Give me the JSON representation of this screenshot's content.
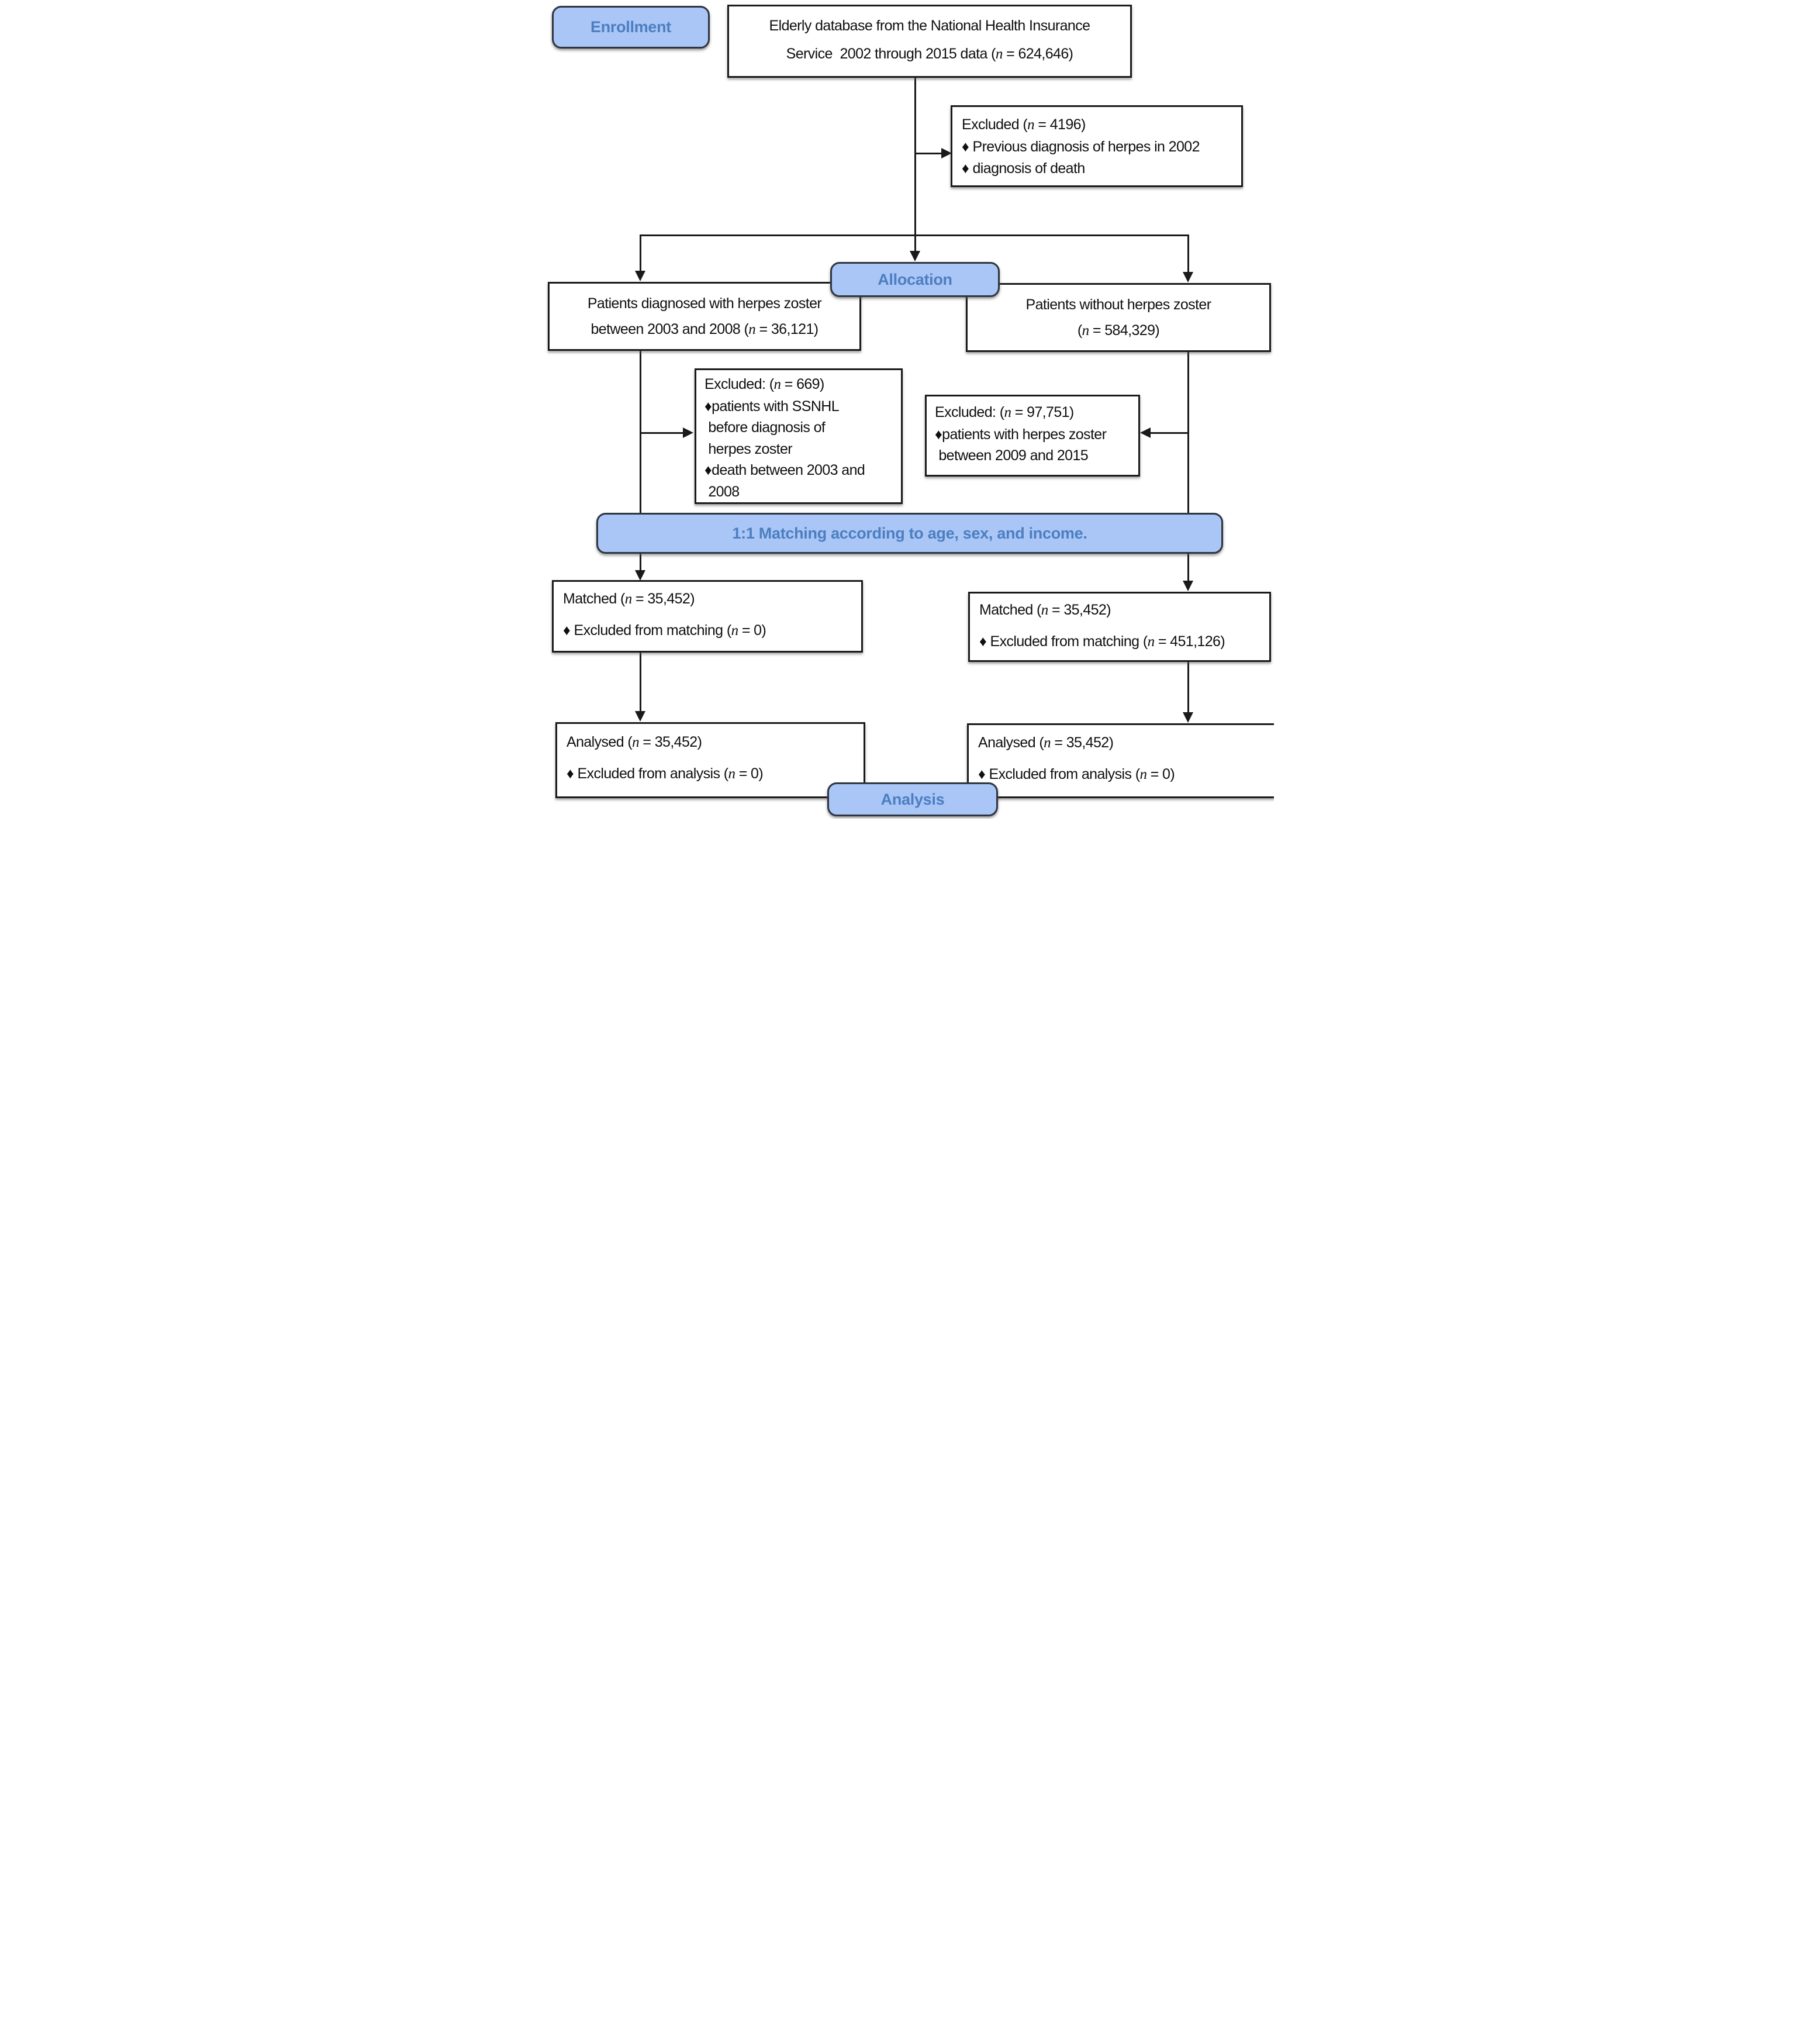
{
  "stages": {
    "enrollment": "Enrollment",
    "allocation": "Allocation",
    "matching": "1:1 Matching according to age, sex, and income.",
    "analysis": "Analysis"
  },
  "boxes": {
    "source": "Elderly database from the National Health Insurance\nService  2002 through 2015 data (n = 624,646)",
    "excluded_initial": "Excluded (n = 4196)\n♦ Previous diagnosis of herpes in 2002\n♦ diagnosis of death",
    "herpes_group": "Patients diagnosed with herpes zoster\nbetween 2003 and 2008 (n = 36,121)",
    "control_group": "Patients without herpes zoster\n(n = 584,329)",
    "excluded_herpes": "Excluded: (n = 669)\n♦patients with SSNHL\n before diagnosis of\n herpes zoster\n♦death between 2003 and\n 2008",
    "excluded_control": "Excluded: (n = 97,751)\n♦patients with herpes zoster\n between 2009 and 2015",
    "matched_herpes": "Matched (n = 35,452)\n\n♦ Excluded from matching (n = 0)",
    "matched_control": "Matched (n = 35,452)\n\n♦ Excluded from matching (n = 451,126)",
    "analysed_herpes": "Analysed (n = 35,452)\n\n♦ Excluded from analysis (n = 0)",
    "analysed_control": "Analysed (n = 35,452)\n\n♦ Excluded from analysis (n = 0)"
  },
  "colors": {
    "stage_fill": "#A9C6F7",
    "stage_text": "#4D7EBF",
    "box_fill": "#ffffff",
    "box_border": "#1a1a1a",
    "line": "#1a1a1a"
  }
}
